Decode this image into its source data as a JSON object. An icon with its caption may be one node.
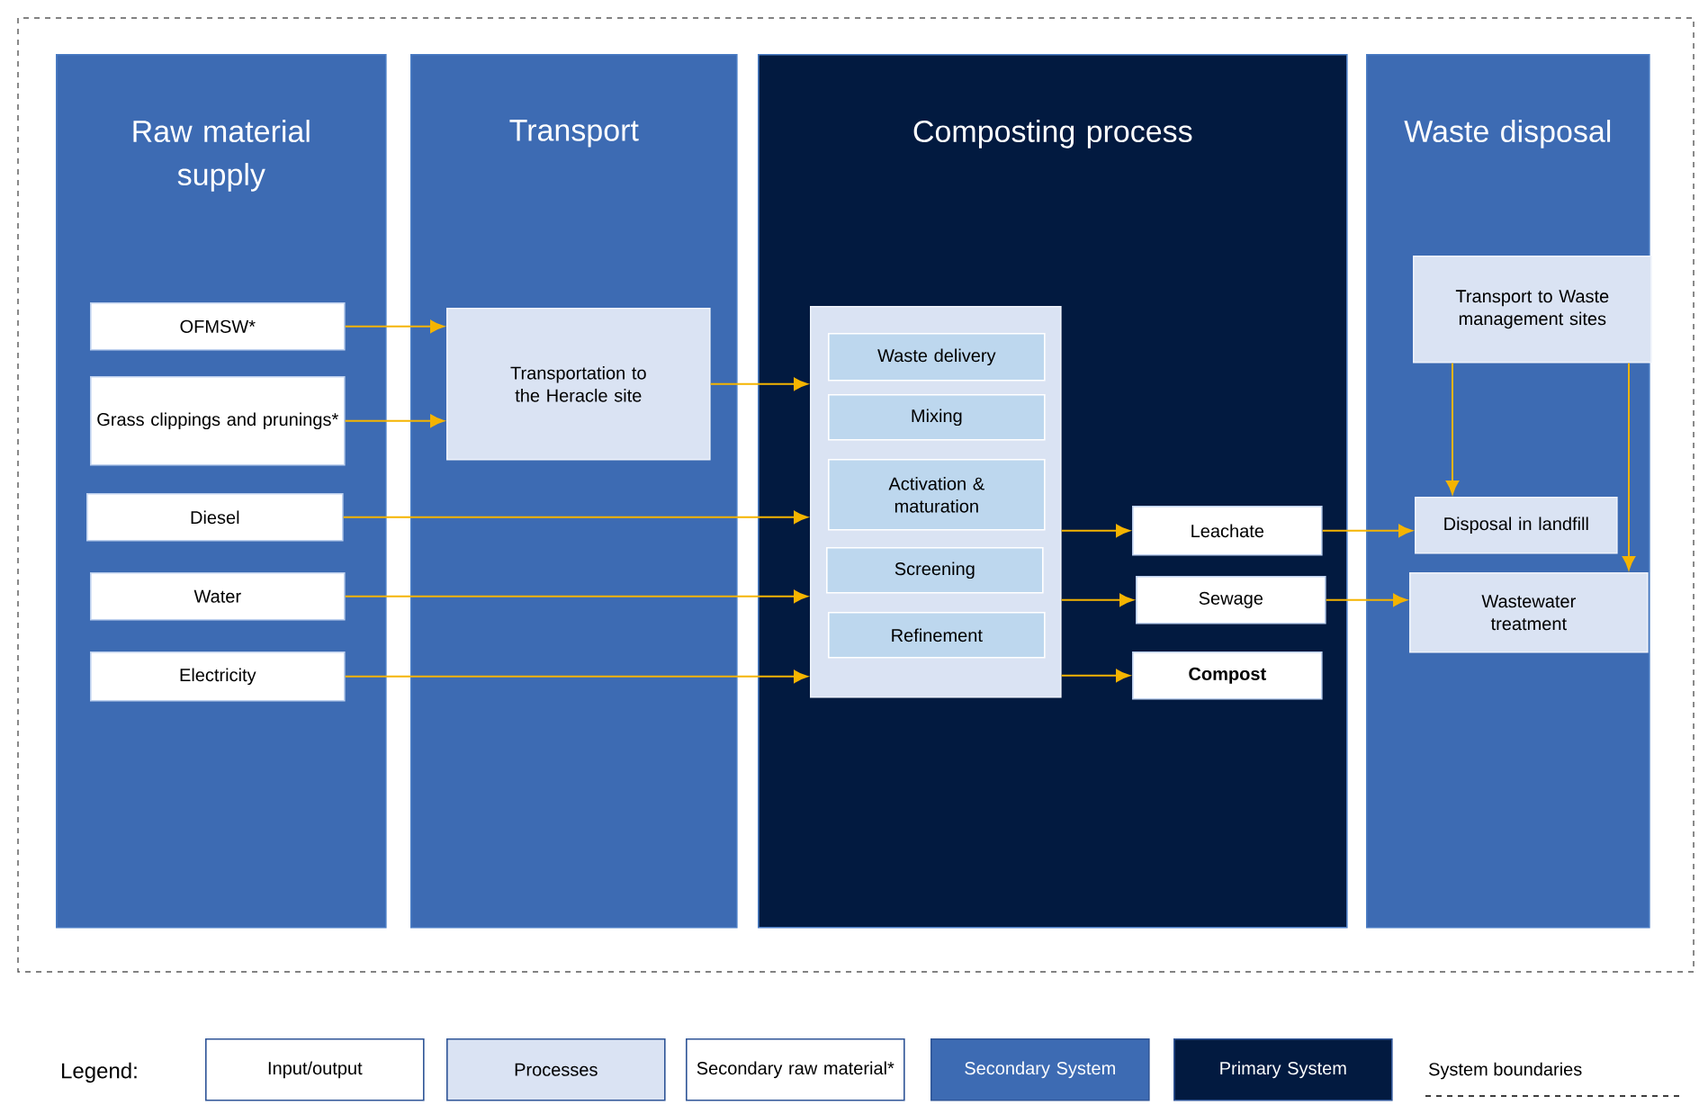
{
  "diagram": {
    "nodes": [
      {
        "text": [
          "Raw material supply"
        ]
      },
      {
        "text": [
          "Transport"
        ]
      },
      {
        "text": [
          "Composting process"
        ]
      },
      {
        "text": [
          "Waste disposal"
        ]
      },
      {
        "text": [
          "OFMSW*"
        ],
        "in": 0
      },
      {
        "text": [
          "Grass clippings and prunings*"
        ],
        "in": 0
      },
      {
        "text": [
          "Diesel"
        ],
        "in": 0
      },
      {
        "text": [
          "Water"
        ],
        "in": 0
      },
      {
        "text": [
          "Electricity"
        ],
        "in": 0
      },
      {
        "text": [
          "Transportation to the Heracle site"
        ],
        "in": 1
      },
      {
        "text": [],
        "shape": "box",
        "in": 2
      },
      {
        "text": [
          "Waste delivery"
        ],
        "in": 10
      },
      {
        "text": [
          "Mixing"
        ],
        "in": 10
      },
      {
        "text": [
          "Activation & maturation"
        ],
        "in": 10
      },
      {
        "text": [
          "Screening"
        ],
        "in": 10
      },
      {
        "text": [
          "Refinement"
        ],
        "in": 10
      },
      {
        "text": [
          "Leachate"
        ],
        "in": 2
      },
      {
        "text": [
          "Sewage"
        ],
        "in": 2
      },
      {
        "text": [
          "Compost"
        ],
        "in": 2
      },
      {
        "text": [
          "Transport to Waste management sites"
        ],
        "in": 3
      },
      {
        "text": [
          "Disposal in landfill"
        ],
        "in": 3
      },
      {
        "text": [
          "Wastewater treatment"
        ],
        "in": 3
      }
    ],
    "edges": [
      {
        "from": 4,
        "to": 9,
        "arrow": "to"
      },
      {
        "from": 5,
        "to": 9,
        "arrow": "to"
      },
      {
        "from": 9,
        "to": 10,
        "arrow": "to"
      },
      {
        "from": 6,
        "to": 10,
        "arrow": "to"
      },
      {
        "from": 7,
        "to": 10,
        "arrow": "to"
      },
      {
        "from": 8,
        "to": 10,
        "arrow": "to"
      },
      {
        "from": 10,
        "to": 16,
        "arrow": "to"
      },
      {
        "from": 10,
        "to": 17,
        "arrow": "to"
      },
      {
        "from": 10,
        "to": 18,
        "arrow": "to"
      },
      {
        "from": 16,
        "to": 20,
        "arrow": "to"
      },
      {
        "from": 17,
        "to": 21,
        "arrow": "to"
      },
      {
        "from": 19,
        "to": 20,
        "arrow": "to"
      },
      {
        "from": 19,
        "to": 21,
        "arrow": "to"
      }
    ],
    "labels": [
      "Legend:"
    ],
    "legend": [
      {
        "text": "Input/output"
      },
      {
        "text": "Processes",
        "color": "#dae3f3"
      },
      {
        "text": "Secondary raw material*"
      },
      {
        "text": "Secondary System",
        "color": "#3d6bb3"
      },
      {
        "text": "Primary System",
        "color": "#021a40"
      },
      {
        "text": "System boundaries"
      }
    ]
  }
}
